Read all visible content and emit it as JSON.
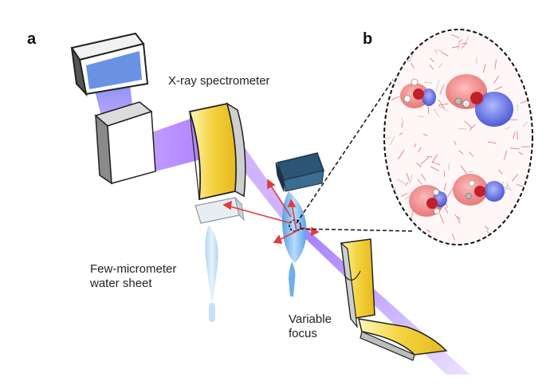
{
  "panels": {
    "a": "a",
    "b": "b"
  },
  "labels": {
    "spectrometer": "X-ray spectrometer",
    "water_sheet_line1": "Few-micrometer",
    "water_sheet_line2": "water sheet",
    "focus_line1": "Variable",
    "focus_line2": "focus"
  },
  "colors": {
    "beam": "#9b5cff",
    "mirror_yellow": "#f3d23c",
    "detector_blue": "#4f7fe0",
    "jet_blue": "#8ec3f2",
    "nozzle_dark": "#244a66",
    "arrow_red": "#e23a3a",
    "oxygen_red": "#c0202a",
    "orbital_blue": "#3a4fcf"
  }
}
